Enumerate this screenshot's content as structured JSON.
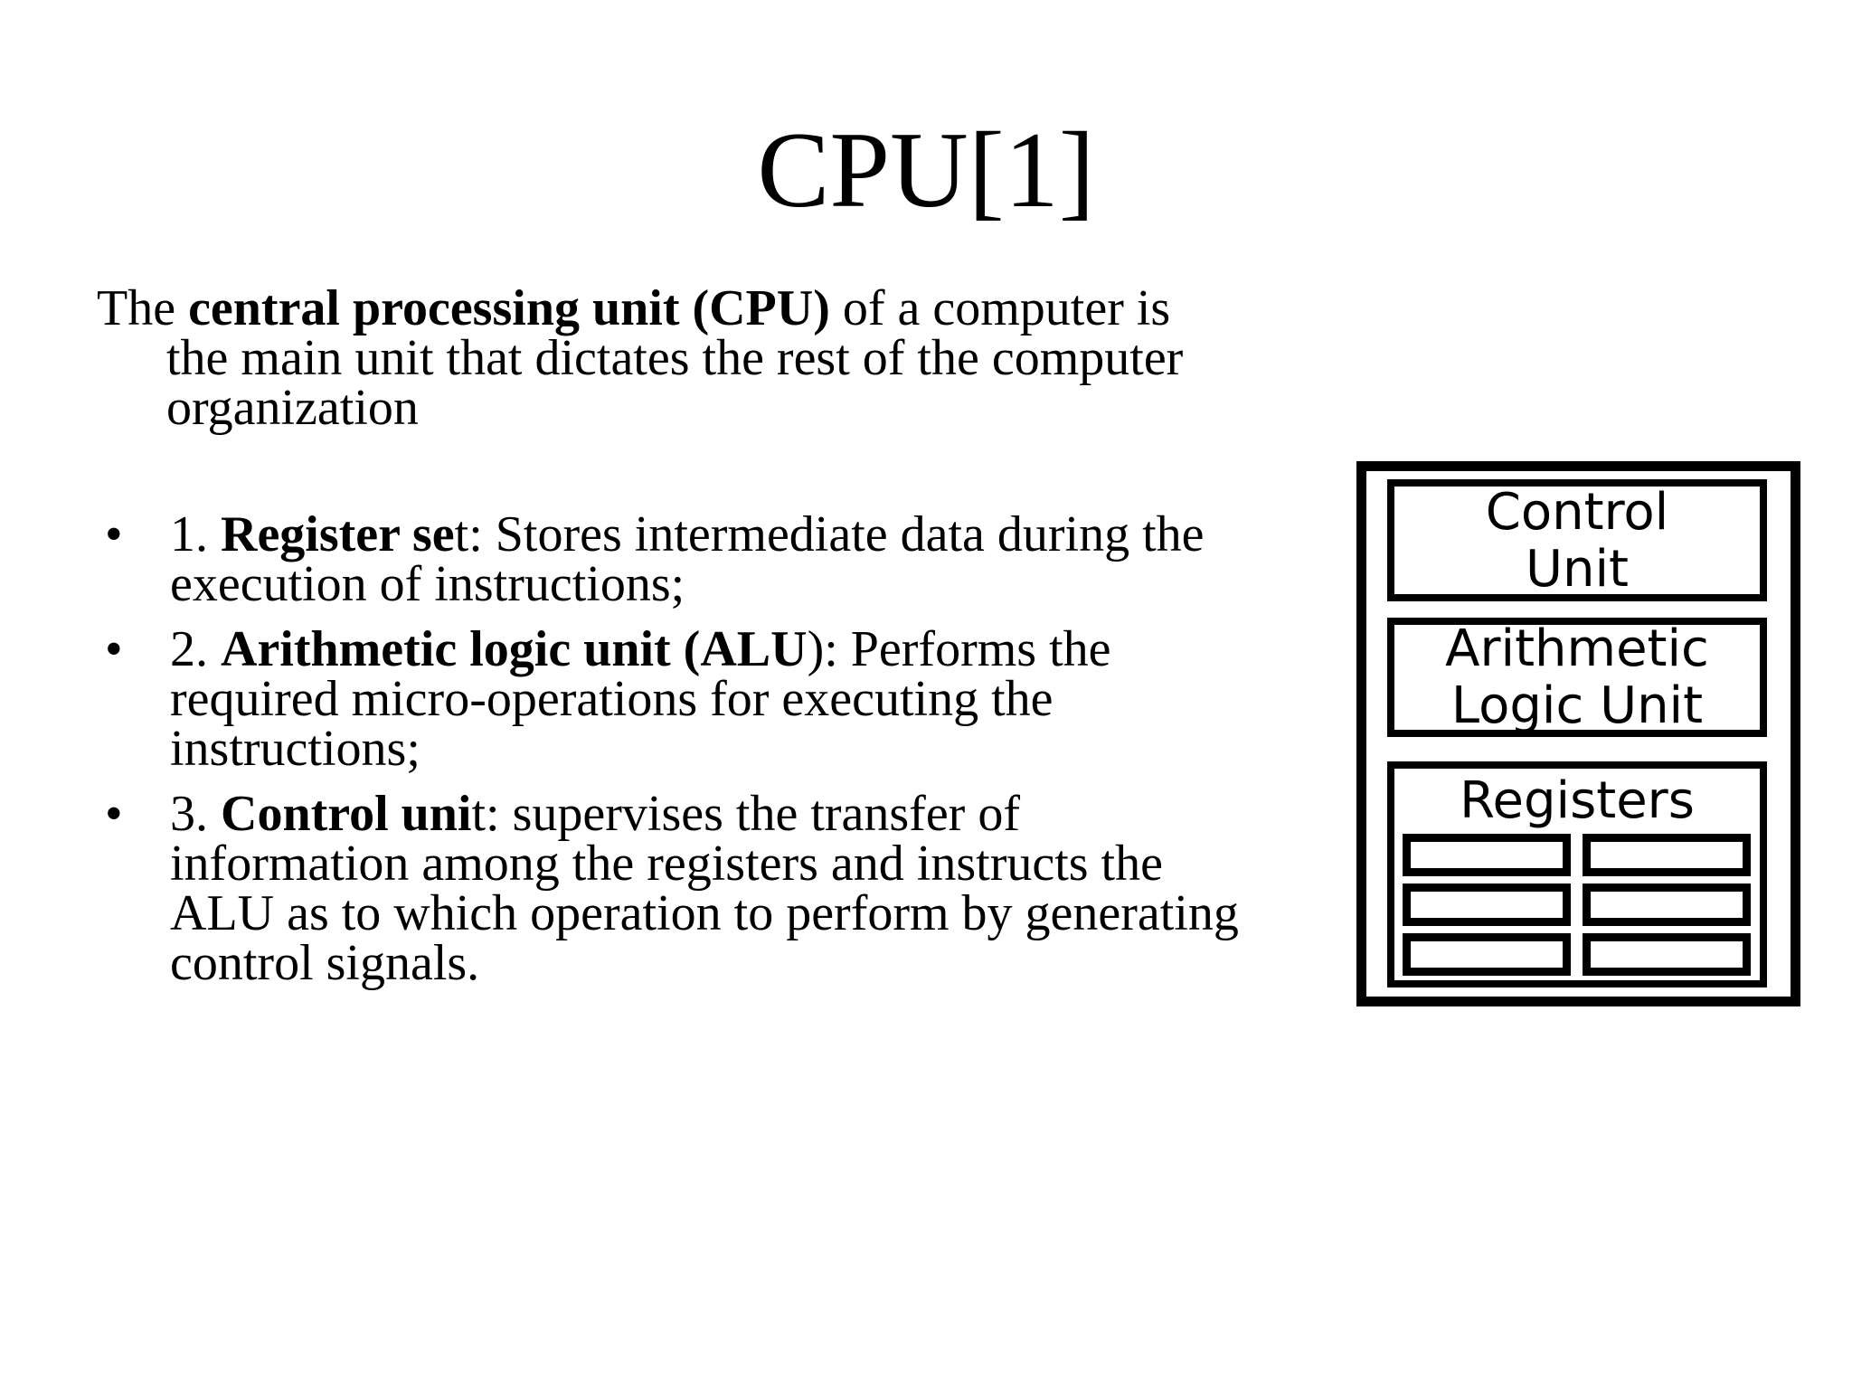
{
  "slide": {
    "title": "CPU[1]",
    "colors": {
      "foreground": "#000000",
      "background": "#ffffff"
    },
    "body": {
      "bullet_char": "•",
      "paragraph": {
        "lines": [
          [
            {
              "t": "The ",
              "b": false
            },
            {
              "t": "central processing unit (CPU)",
              "b": true
            },
            {
              "t": " of a computer is",
              "b": false
            }
          ],
          [
            {
              "t": "the main unit that dictates the rest of the computer",
              "b": false
            }
          ],
          [
            {
              "t": "organization",
              "b": false
            }
          ]
        ]
      },
      "bullets": [
        {
          "lines": [
            [
              {
                "t": "1. ",
                "b": false
              },
              {
                "t": "Register se",
                "b": true
              },
              {
                "t": "t: Stores intermediate data during the",
                "b": false
              }
            ],
            [
              {
                "t": "execution of instructions;",
                "b": false
              }
            ]
          ]
        },
        {
          "lines": [
            [
              {
                "t": "2. ",
                "b": false
              },
              {
                "t": "Arithmetic logic unit (ALU",
                "b": true
              },
              {
                "t": "): Performs the",
                "b": false
              }
            ],
            [
              {
                "t": "required micro-operations for executing the",
                "b": false
              }
            ],
            [
              {
                "t": "instructions;",
                "b": false
              }
            ]
          ]
        },
        {
          "lines": [
            [
              {
                "t": "3. ",
                "b": false
              },
              {
                "t": "Control uni",
                "b": true
              },
              {
                "t": "t: supervises the transfer of",
                "b": false
              }
            ],
            [
              {
                "t": "information among the registers and instructs the",
                "b": false
              }
            ],
            [
              {
                "t": "ALU as to which operation to perform by generating",
                "b": false
              }
            ],
            [
              {
                "t": "control signals.",
                "b": false
              }
            ]
          ]
        }
      ]
    },
    "diagram": {
      "control_unit": {
        "line1": "Control",
        "line2": "Unit"
      },
      "alu": {
        "line1": "Arithmetic",
        "line2": "Logic Unit"
      },
      "registers": {
        "label": "Registers",
        "slot_rows": 3,
        "slot_cols": 2
      }
    }
  }
}
